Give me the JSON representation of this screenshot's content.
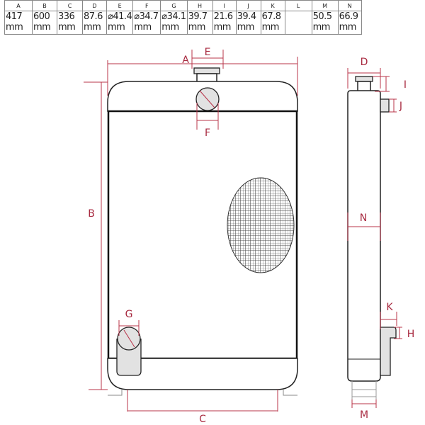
{
  "table": {
    "headers": [
      "A",
      "B",
      "C",
      "D",
      "E",
      "F",
      "G",
      "H",
      "I",
      "J",
      "K",
      "L",
      "M",
      "N"
    ],
    "values": [
      "417",
      "600",
      "336",
      "87.6",
      "⌀41.4",
      "⌀34.7",
      "⌀34.1",
      "39.7",
      "21.6",
      "39.4",
      "67.8",
      "",
      "50.5",
      "66.9"
    ],
    "units": [
      "mm",
      "mm",
      "mm",
      "mm",
      "mm",
      "mm",
      "mm",
      "mm",
      "mm",
      "mm",
      "mm",
      "",
      "mm",
      "mm"
    ]
  },
  "labels": {
    "A": "A",
    "B": "B",
    "C": "C",
    "D": "D",
    "E": "E",
    "F": "F",
    "G": "G",
    "H": "H",
    "I": "I",
    "J": "J",
    "K": "K",
    "M": "M",
    "N": "N"
  },
  "colors": {
    "dimension": "#b8344a"
  }
}
